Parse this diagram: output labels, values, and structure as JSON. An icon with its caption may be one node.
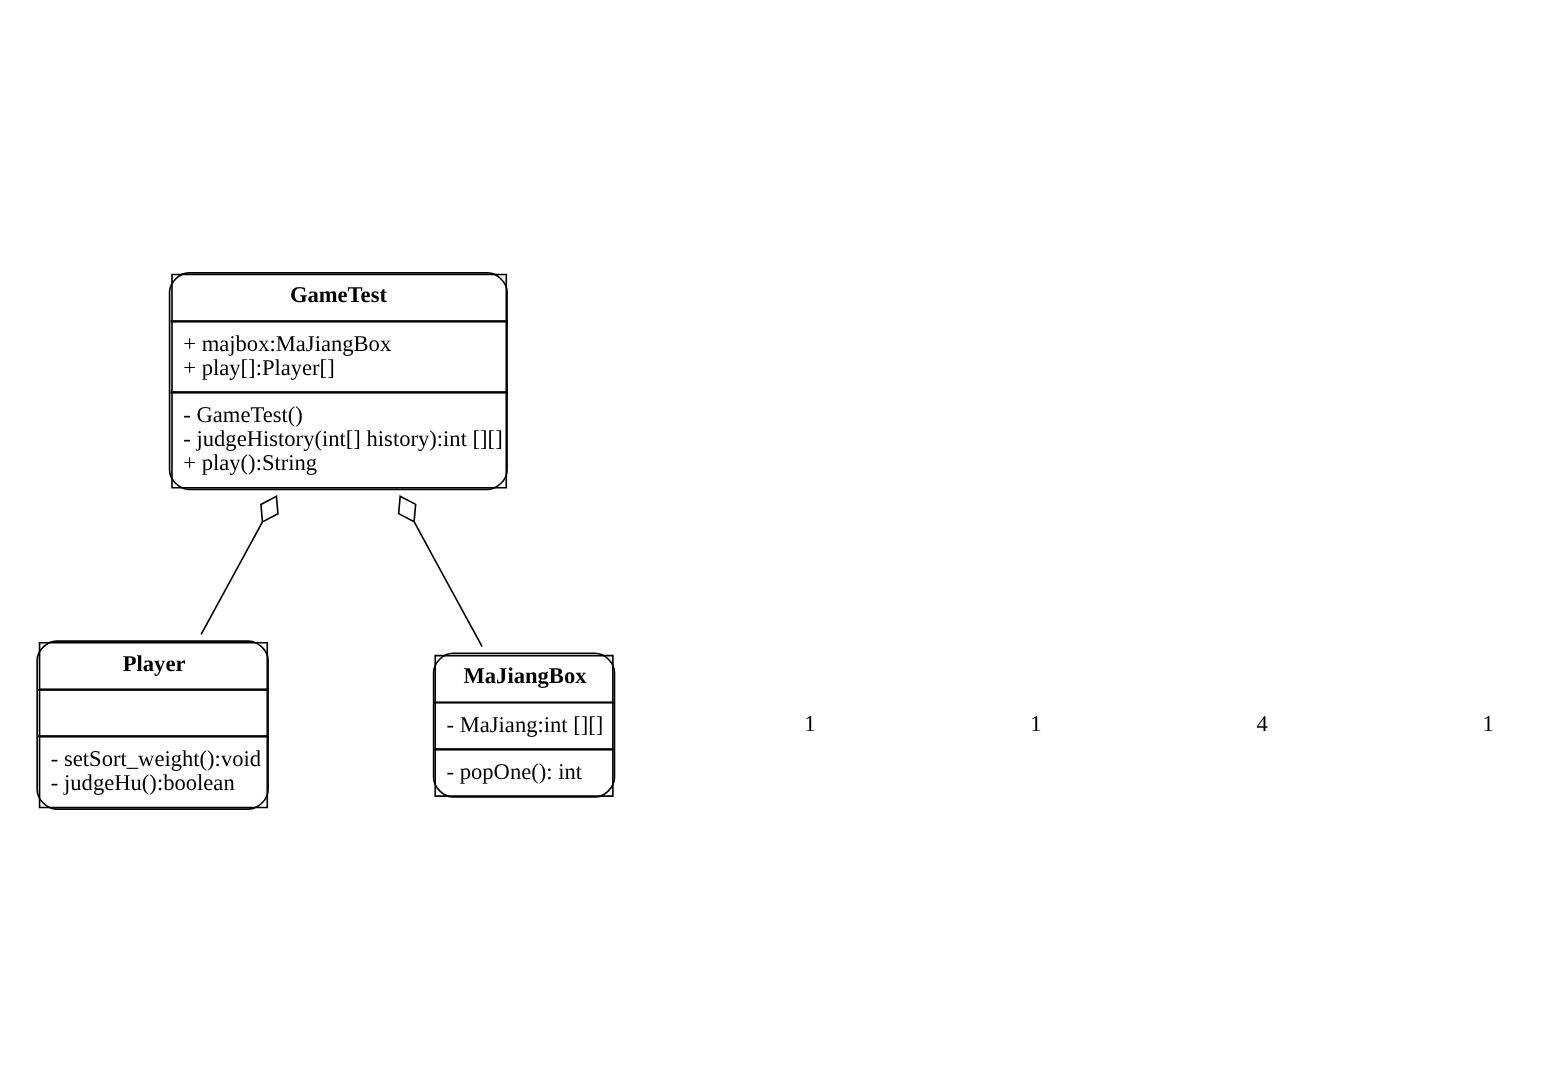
{
  "diagram": {
    "nodes": [
      {
        "text": [
          "GameTest",
          "+ majbox:MaJiangBox",
          "+ play[]:Player[]",
          "- GameTest()",
          "- judgeHistory(int[] history):int [][]",
          "+ play():String"
        ]
      },
      {
        "text": [
          "Player",
          "- setSort_weight():void",
          "- judgeHu():boolean"
        ]
      },
      {
        "text": [
          "MaJiangBox",
          "- MaJiang:int [][]",
          "- popOne(): int"
        ]
      }
    ],
    "edges": [
      {
        "from": 1,
        "to": 0,
        "arrow": "other"
      },
      {
        "from": 2,
        "to": 0,
        "arrow": "other"
      }
    ],
    "labels": [
      "1",
      "1",
      "4",
      "1"
    ]
  }
}
